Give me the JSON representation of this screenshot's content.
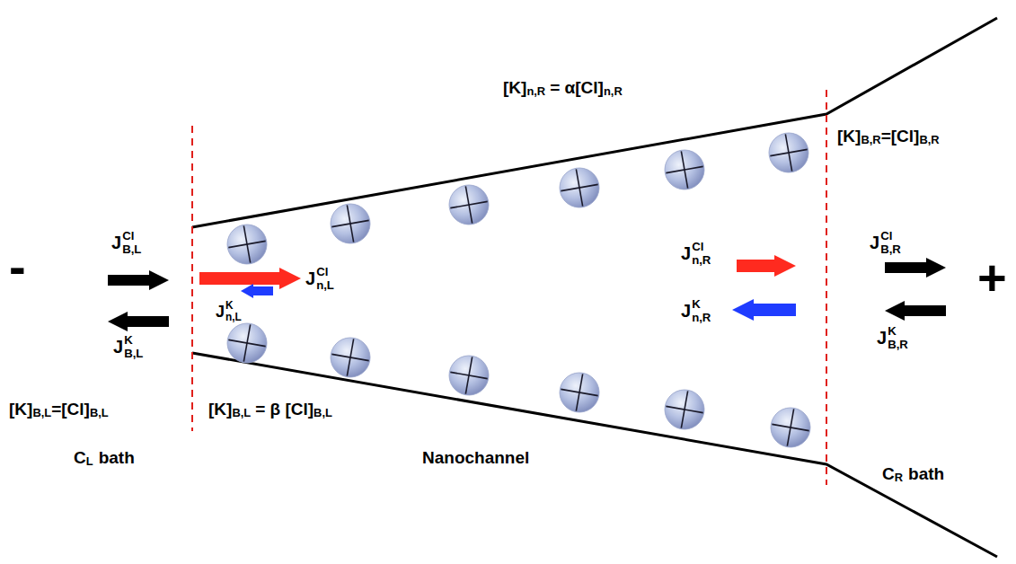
{
  "diagram": {
    "labels": [
      "-",
      "J",
      "Cl",
      "B,L",
      "J",
      "K",
      "B,L",
      "J",
      "Cl",
      "n,L",
      "J",
      "K",
      "n,L",
      "[K]",
      "B,L",
      "=[Cl]",
      "B,L",
      "[K]",
      "B,L",
      "= β [Cl]",
      "B,L",
      "C",
      "L",
      "bath",
      "Nanochannel",
      "[K]",
      "n,R",
      "= α[Cl]",
      "n,R",
      "[K]",
      "B,R",
      "=[Cl]",
      "B,R",
      "J",
      "Cl",
      "n,R",
      "J",
      "K",
      "n,R",
      "J",
      "Cl",
      "B,R",
      "J",
      "K",
      "B,R",
      "+",
      "C",
      "R",
      "bath"
    ]
  }
}
